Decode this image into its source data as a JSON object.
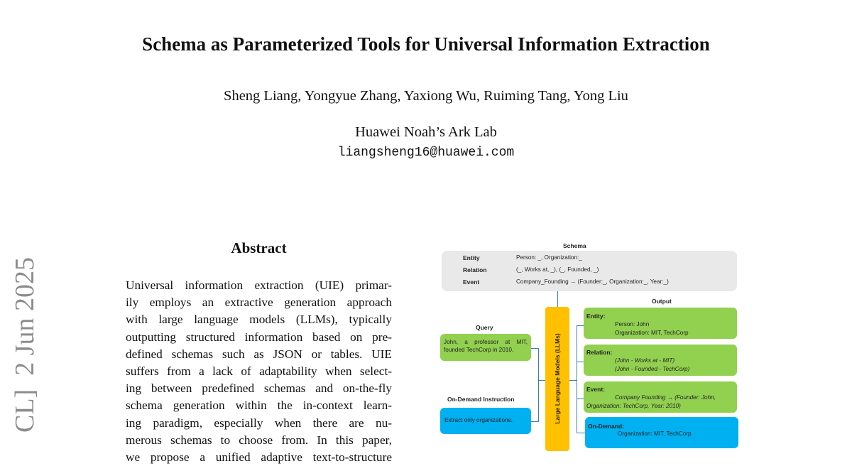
{
  "paper": {
    "title": "Schema as Parameterized Tools for Universal Information Extraction",
    "authors": "Sheng Liang, Yongyue Zhang, Yaxiong Wu, Ruiming Tang, Yong Liu",
    "affiliation": "Huawei Noah’s Ark Lab",
    "email": "liangsheng16@huawei.com",
    "side_stamp": "CL]  2 Jun 2025"
  },
  "abstract": {
    "heading": "Abstract",
    "lines": [
      "Universal information extraction (UIE) primar-",
      "ily employs an extractive generation approach",
      "with large language models (LLMs), typically",
      "outputting structured information based on pre-",
      "defined schemas such as JSON or tables. UIE",
      "suffers from a lack of adaptability when select-",
      "ing between predefined schemas and on-the-fly",
      "schema generation within the in-context learn-",
      "ing paradigm, especially when there are nu-",
      "merous schemas to choose from. In this paper,",
      "we propose a unified adaptive text-to-structure"
    ]
  },
  "figure": {
    "schema_label": "Schema",
    "schema_rows": [
      {
        "key": "Entity",
        "value": "Person: _, Organization:_"
      },
      {
        "key": "Relation",
        "value": "(_, Works at, _), (_, Founded, _)"
      },
      {
        "key": "Event",
        "value": "Company_Founding → (Founder:_, Organization:_, Year:_)"
      }
    ],
    "query_label": "Query",
    "query_text": "John, a professor at MIT, founded TechCorp in 2010.",
    "instruction_label": "On-Demand Instruction",
    "instruction_text": "Extract only organizations.",
    "llm_label": "Large Language Models (LLMs)",
    "output_label": "Output",
    "outputs": {
      "entity": {
        "title": "Entity:",
        "lines": [
          "Person: John",
          "Organization: MIT, TechCorp"
        ]
      },
      "relation": {
        "title": "Relation:",
        "lines": [
          "(John - Works at - MIT)",
          "(John - Founded - TechCorp)"
        ]
      },
      "event": {
        "title": "Event:",
        "lines": [
          "Company Founding → (Founder: John,",
          "Organization: TechCorp, Year: 2010)"
        ]
      },
      "on_demand": {
        "title": "On-Demand:",
        "lines": [
          "Organization: MIT, TechCorp"
        ]
      }
    },
    "colors": {
      "green": "#92d050",
      "blue": "#00b0f0",
      "llm": "#ffc000",
      "schema_bg": "#e9e9e9"
    }
  }
}
